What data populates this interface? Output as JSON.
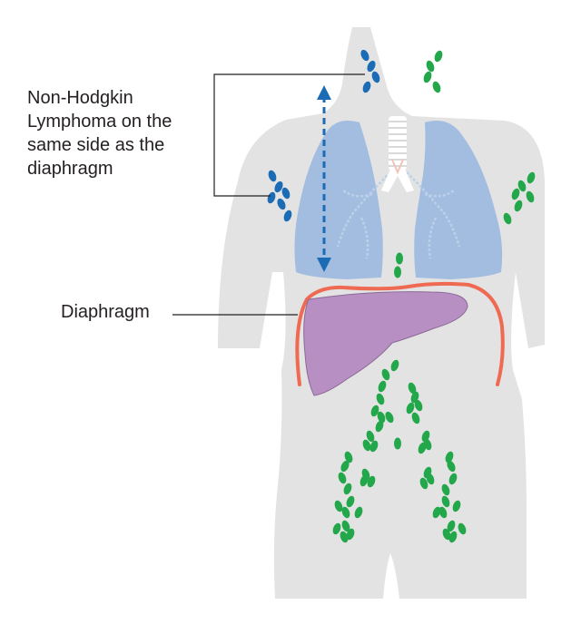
{
  "labels": {
    "nhl_lines": [
      "Non-Hodgkin",
      "Lymphoma on the",
      "same side as the",
      "diaphragm"
    ],
    "diaphragm": "Diaphragm"
  },
  "colors": {
    "body": "#e3e3e3",
    "lung": "#a3bde0",
    "liver": "#b78fc2",
    "diaphragm": "#ef6a52",
    "node_affected": "#1b6cb5",
    "node_normal": "#22a74a",
    "trachea": "#ffffff",
    "leader": "#231f20"
  }
}
